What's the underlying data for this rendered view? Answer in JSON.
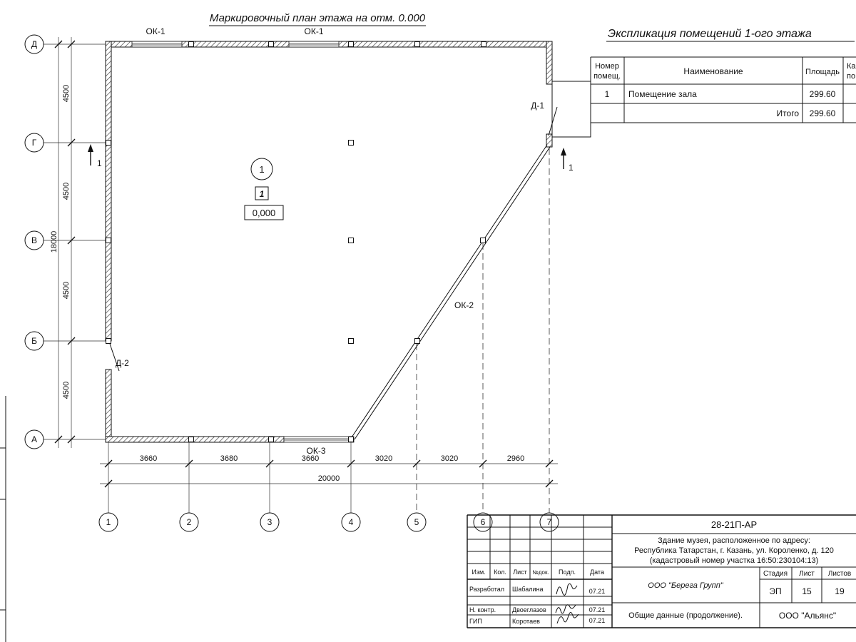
{
  "sheet": {
    "plan_title": "Маркировочный план этажа на отм. 0.000"
  },
  "plan": {
    "axes_v": [
      "Д",
      "Г",
      "В",
      "Б",
      "А"
    ],
    "axes_h": [
      "1",
      "2",
      "3",
      "4",
      "5",
      "6",
      "7"
    ],
    "dims_h": [
      "3660",
      "3680",
      "3660",
      "3020",
      "3020",
      "2960"
    ],
    "dim_h_total": "20000",
    "dims_v": [
      "4500",
      "4500",
      "4500",
      "4500"
    ],
    "dim_v_total": "18000",
    "ok1_left": "ОК-1",
    "ok1_right": "ОК-1",
    "ok2": "ОК-2",
    "ok3": "ОК-3",
    "d1": "Д-1",
    "d2": "Д-2",
    "room_number": "1",
    "room_type": "1",
    "elevation": "0,000",
    "section_left": "1",
    "section_right": "1"
  },
  "explication": {
    "title": "Экспликация помещений 1-ого этажа",
    "col_number_l1": "Номер",
    "col_number_l2": "помещ.",
    "col_name": "Наименование",
    "col_area": "Площадь",
    "col_cat_l1": "Ка",
    "col_cat_l2": "по",
    "row_number": "1",
    "row_name": "Помещение зала",
    "row_area": "299.60",
    "total_label": "Итого",
    "total_area": "299.60"
  },
  "titleblock": {
    "doc": "28-21П-АР",
    "addr1": "Здание музея, расположенное по адресу:",
    "addr2": "Республика Татарстан, г. Казань, ул. Короленко, д. 120",
    "addr3": "(кадастровый номер участка 16:50:230104:13)",
    "col_izm": "Изм.",
    "col_kol": "Кол.",
    "col_list": "Лист",
    "col_ndok": "№док.",
    "col_podp": "Подп.",
    "col_data": "Дата",
    "company": "ООО \"Берега Групп\"",
    "stage_label": "Стадия",
    "list_label": "Лист",
    "listov_label": "Листов",
    "stage": "ЭП",
    "list": "15",
    "listov": "19",
    "subtitle": "Общие данные (продолжение).",
    "company2": "ООО \"Альянс\"",
    "r1_role": "Разработал",
    "r1_name": "Шабалина",
    "r1_date": "07.21",
    "r2_role": "Н. контр.",
    "r2_name": "Двоеглазов",
    "r2_date": "07.21",
    "r3_role": "ГИП",
    "r3_name": "Коротаев",
    "r3_date": "07.21"
  }
}
